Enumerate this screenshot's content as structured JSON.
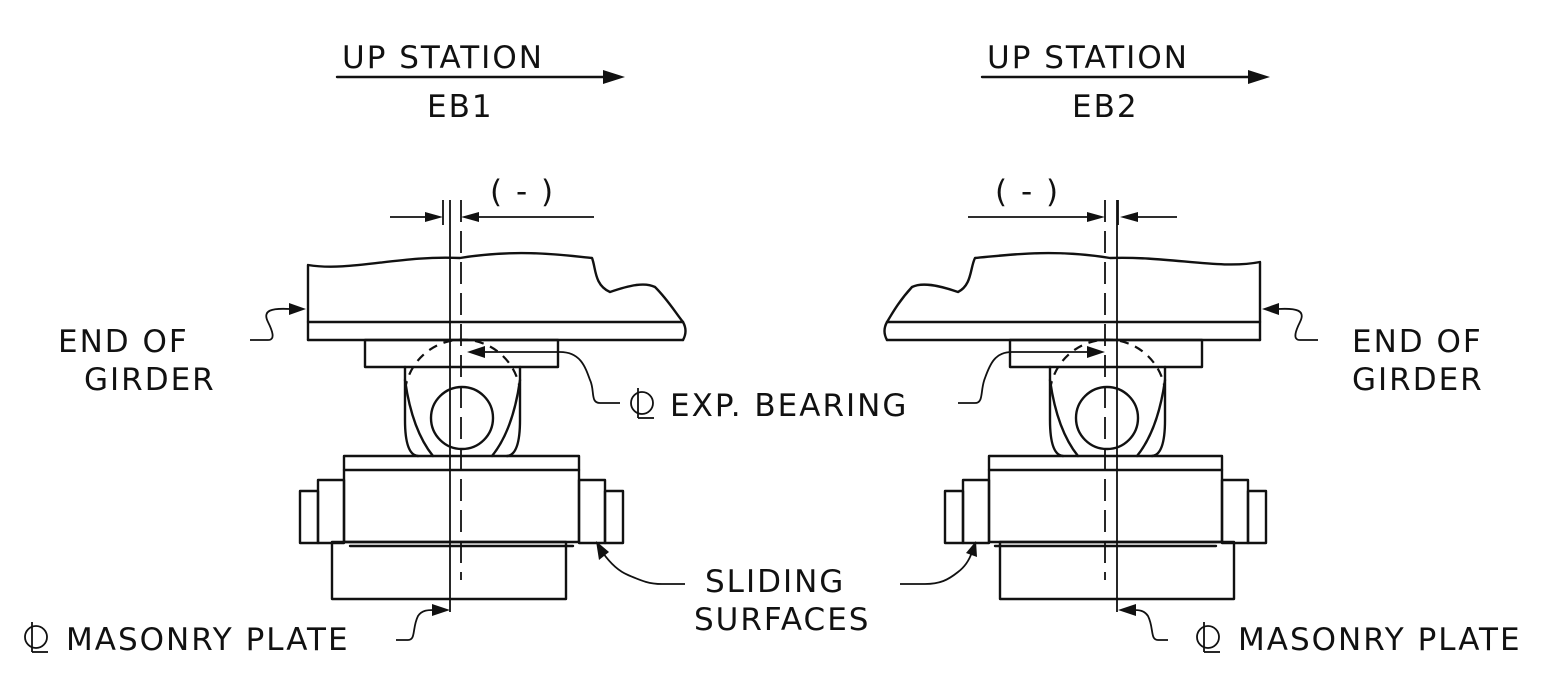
{
  "left_view": {
    "direction_label": "UP STATION",
    "bearing_id": "EB1",
    "offset_label": "( - )",
    "end_of_girder": [
      "END OF",
      "GIRDER"
    ],
    "masonry_plate_label": "MASONRY PLATE"
  },
  "right_view": {
    "direction_label": "UP STATION",
    "bearing_id": "EB2",
    "offset_label": "( - )",
    "end_of_girder": [
      "END OF",
      "GIRDER"
    ],
    "masonry_plate_label": "MASONRY PLATE"
  },
  "shared": {
    "exp_bearing_label": "EXP. BEARING",
    "sliding_surfaces": [
      "SLIDING",
      "SURFACES"
    ]
  }
}
